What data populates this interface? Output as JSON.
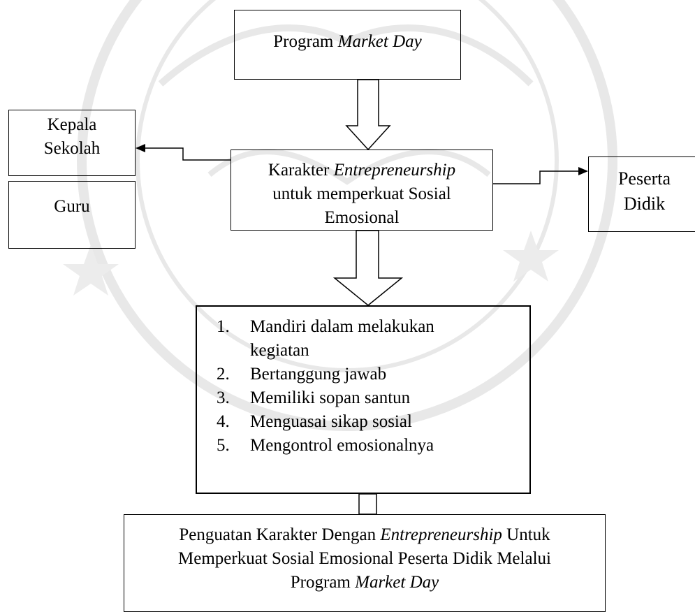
{
  "top_box": {
    "text": "Program ",
    "italic": "Market Day"
  },
  "left_box_1": {
    "line1": "Kepala",
    "line2": "Sekolah"
  },
  "left_box_2": {
    "text": "Guru"
  },
  "center_box": {
    "italic": "Entrepreneurship",
    "prefix": "Karakter ",
    "line2": "untuk memperkuat Sosial",
    "line3": "Emosional"
  },
  "right_box": {
    "line1": "Peserta",
    "line2": "Didik"
  },
  "list_items": [
    {
      "num": "1.",
      "text": "Mandiri dalam melakukan",
      "text2": "kegiatan"
    },
    {
      "num": "2.",
      "text": "Bertanggung jawab"
    },
    {
      "num": "3.",
      "text": "Memiliki sopan santun"
    },
    {
      "num": "4.",
      "text": "Menguasai sikap sosial"
    },
    {
      "num": "5.",
      "text": "Mengontrol emosionalnya"
    }
  ],
  "bottom_box": {
    "l1_a": "Penguatan Karakter Dengan ",
    "l1_i": "Entrepreneurship",
    "l1_b": " Untuk",
    "l2": "Memperkuat Sosial Emosional Peserta Didik Melalui",
    "l3_a": "Program ",
    "l3_i": "Market Day"
  }
}
